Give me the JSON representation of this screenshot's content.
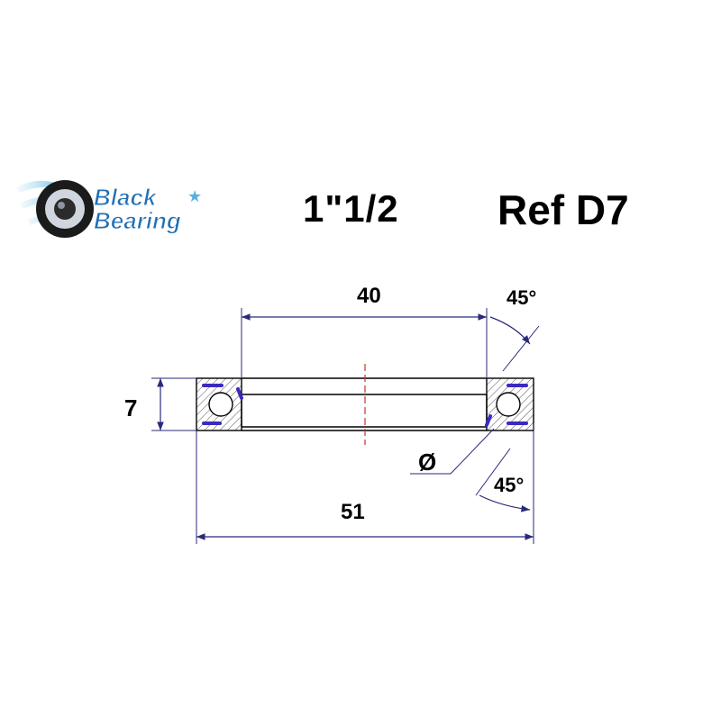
{
  "header": {
    "logo": {
      "line1": "Black",
      "line2": "Bearing"
    },
    "size": "1\"1/2",
    "reference": "Ref D7"
  },
  "dimensions": {
    "inner_width": "40",
    "outer_width": "51",
    "height": "7",
    "top_angle": "45°",
    "bottom_angle": "45°",
    "diameter_symbol": "Ø"
  },
  "colors": {
    "line": "#000000",
    "dimension_line": "#2a2a7a",
    "seal": "#3a2bbf",
    "logo_blue": "#1f6fb5",
    "logo_dark": "#222222"
  }
}
